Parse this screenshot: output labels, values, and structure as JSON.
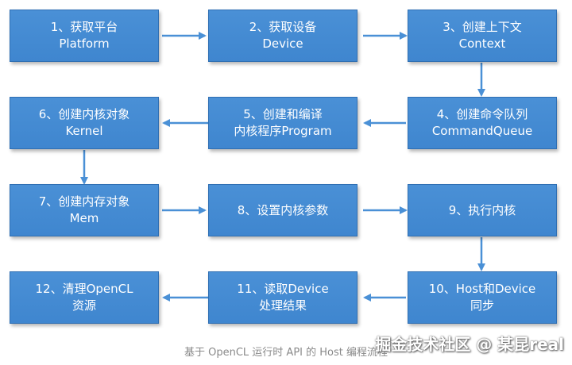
{
  "steps": [
    {
      "line1": "1、获取平台",
      "line2": "Platform"
    },
    {
      "line1": "2、获取设备",
      "line2": "Device"
    },
    {
      "line1": "3、创建上下文",
      "line2": "Context"
    },
    {
      "line1": "4、创建命令队列",
      "line2": "CommandQueue"
    },
    {
      "line1": "5、创建和编译",
      "line2": "内核程序Program"
    },
    {
      "line1": "6、创建内核对象",
      "line2": "Kernel"
    },
    {
      "line1": "7、创建内存对象",
      "line2": "Mem"
    },
    {
      "line1": "8、设置内核参数",
      "line2": ""
    },
    {
      "line1": "9、执行内核",
      "line2": ""
    },
    {
      "line1": "10、Host和Device",
      "line2": "同步"
    },
    {
      "line1": "11、读取Device",
      "line2": "处理结果"
    },
    {
      "line1": "12、清理OpenCL",
      "line2": "资源"
    }
  ],
  "caption": "基于 OpenCL 运行时 API 的 Host 编程流程",
  "watermark": "掘金技术社区 @ 某昆real",
  "colors": {
    "box": "#4a90d6",
    "arrow": "#4a90d6",
    "text": "#ffffff"
  }
}
